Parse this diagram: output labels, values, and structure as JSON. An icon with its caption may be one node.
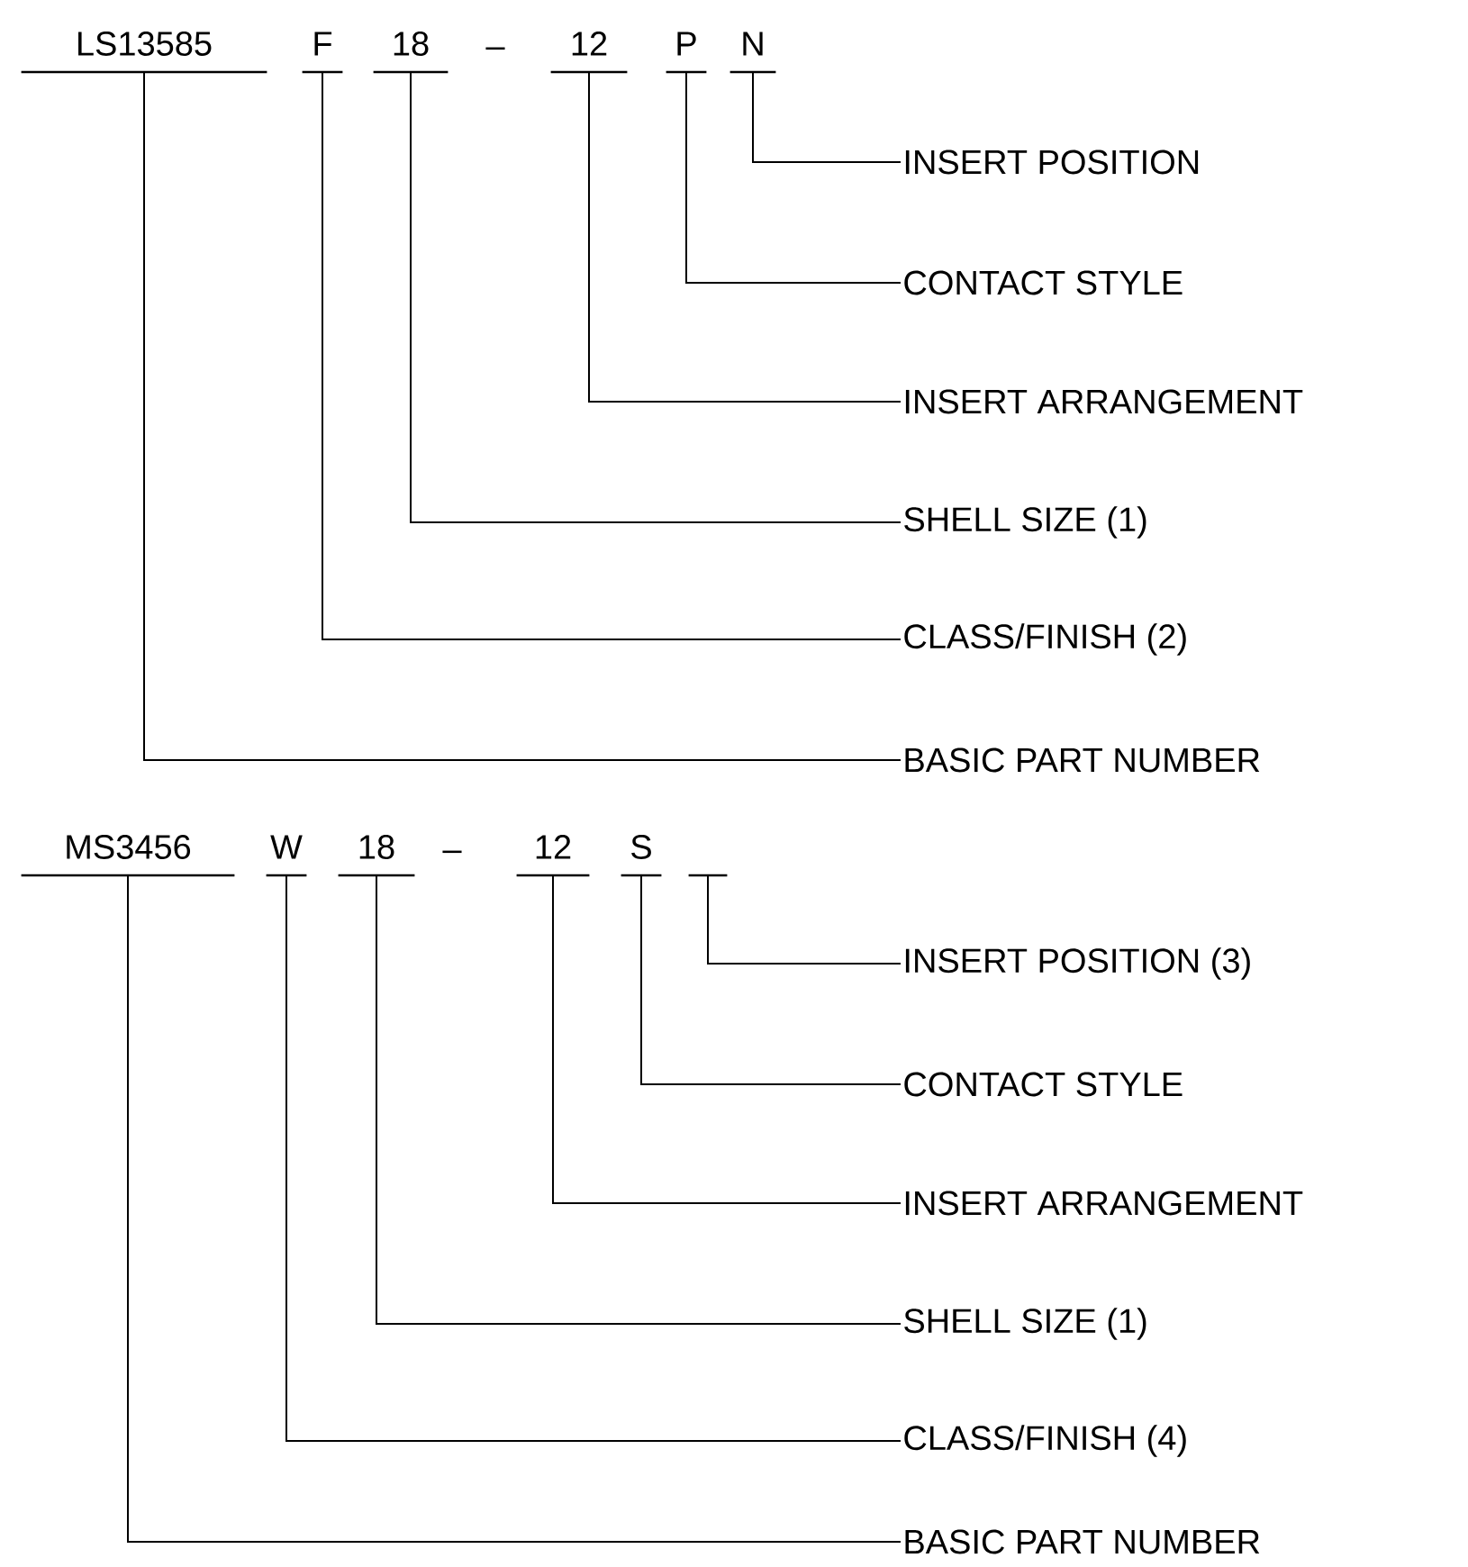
{
  "diagram": {
    "nodes": [
      {
        "text": [
          "LS13585"
        ]
      },
      {
        "text": [
          "F"
        ]
      },
      {
        "text": [
          "18"
        ]
      },
      {
        "text": [
          "12"
        ]
      },
      {
        "text": [
          "P"
        ]
      },
      {
        "text": [
          "N"
        ]
      },
      {
        "text": [
          "INSERT POSITION"
        ]
      },
      {
        "text": [
          "CONTACT STYLE"
        ]
      },
      {
        "text": [
          "INSERT ARRANGEMENT"
        ]
      },
      {
        "text": [
          "SHELL SIZE (1)"
        ]
      },
      {
        "text": [
          "CLASS/FINISH (2)"
        ]
      },
      {
        "text": [
          "BASIC PART NUMBER"
        ]
      },
      {
        "text": [
          "MS3456"
        ]
      },
      {
        "text": [
          "W"
        ]
      },
      {
        "text": [
          "18"
        ]
      },
      {
        "text": [
          "12"
        ]
      },
      {
        "text": [
          "S"
        ]
      },
      {
        "text": [],
        "shape": "bar"
      },
      {
        "text": [
          "INSERT POSITION (3)"
        ]
      },
      {
        "text": [
          "CONTACT STYLE"
        ]
      },
      {
        "text": [
          "INSERT ARRANGEMENT"
        ]
      },
      {
        "text": [
          "SHELL SIZE (1)"
        ]
      },
      {
        "text": [
          "CLASS/FINISH (4)"
        ]
      },
      {
        "text": [
          "BASIC PART NUMBER"
        ]
      }
    ],
    "edges": [
      {
        "from": 5,
        "to": 6,
        "arrow": "none"
      },
      {
        "from": 4,
        "to": 7,
        "arrow": "none"
      },
      {
        "from": 3,
        "to": 8,
        "arrow": "none"
      },
      {
        "from": 2,
        "to": 9,
        "arrow": "none"
      },
      {
        "from": 1,
        "to": 10,
        "arrow": "none"
      },
      {
        "from": 0,
        "to": 11,
        "arrow": "none"
      },
      {
        "from": 17,
        "to": 18,
        "arrow": "none"
      },
      {
        "from": 16,
        "to": 19,
        "arrow": "none"
      },
      {
        "from": 15,
        "to": 20,
        "arrow": "none"
      },
      {
        "from": 14,
        "to": 21,
        "arrow": "none"
      },
      {
        "from": 13,
        "to": 22,
        "arrow": "none"
      },
      {
        "from": 12,
        "to": 23,
        "arrow": "none"
      }
    ],
    "labels": [
      "–",
      "–"
    ]
  }
}
